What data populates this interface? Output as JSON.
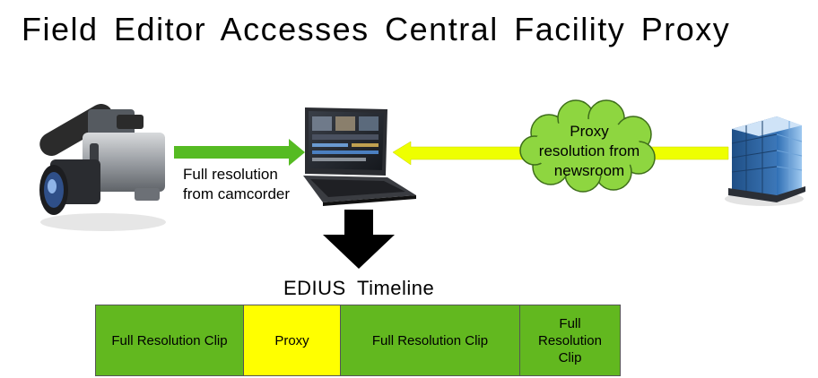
{
  "title": "Field Editor Accesses Central Facility Proxy",
  "labels": {
    "camcorder_line1": "Full resolution",
    "camcorder_line2": "from camcorder",
    "cloud_line1": "Proxy",
    "cloud_line2": "resolution from",
    "cloud_line3": "newsroom"
  },
  "timeline": {
    "title": "EDIUS  Timeline",
    "clips": [
      {
        "label": "Full Resolution Clip",
        "color": "#62b81f"
      },
      {
        "label": "Proxy",
        "color": "#ffff00"
      },
      {
        "label": "Full Resolution Clip",
        "color": "#62b81f"
      },
      {
        "label": "Full Resolution Clip",
        "color": "#62b81f"
      }
    ]
  },
  "colors": {
    "green_arrow": "#55bb22",
    "yellow_arrow": "#eeff00",
    "cloud_fill": "#8ed640",
    "down_arrow": "#000000"
  },
  "icons": {
    "source": "video-camera-icon",
    "editor": "laptop-icon",
    "facility": "office-building-icon",
    "network": "cloud-icon"
  }
}
